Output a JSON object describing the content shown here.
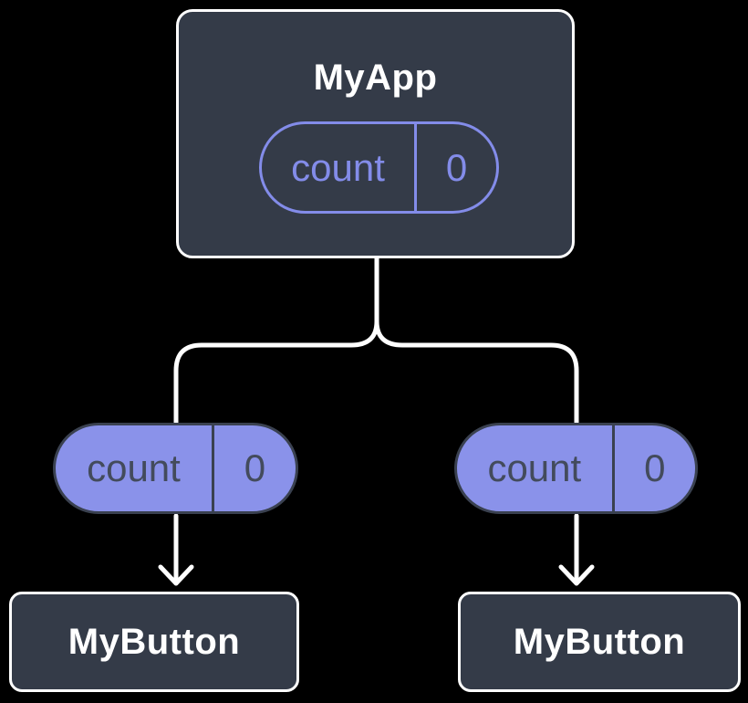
{
  "colors": {
    "background": "#000000",
    "node-fill": "#343b48",
    "node-border": "#ffffff",
    "node-text": "#ffffff",
    "pill-outline": "#838ce9",
    "pill-fill": "#8a92ea",
    "pill-border-dark": "#3a4150",
    "pill-text-dark": "#434b5c",
    "connector": "#ffffff"
  },
  "tree": {
    "root": {
      "title": "MyApp",
      "state": {
        "name": "count",
        "value": "0"
      }
    },
    "children": [
      {
        "title": "MyButton",
        "prop": {
          "name": "count",
          "value": "0"
        }
      },
      {
        "title": "MyButton",
        "prop": {
          "name": "count",
          "value": "0"
        }
      }
    ]
  }
}
